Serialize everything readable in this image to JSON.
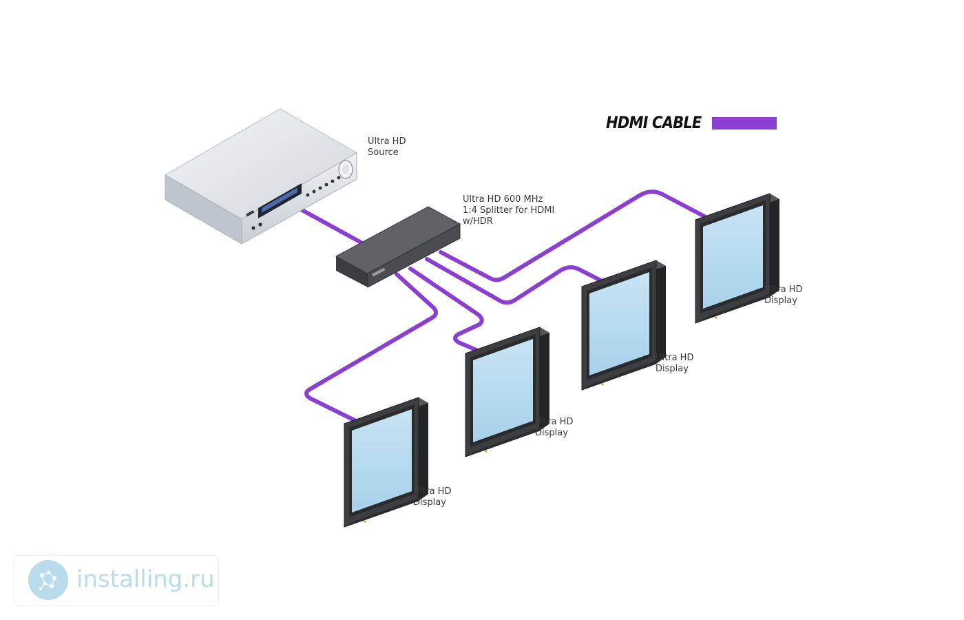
{
  "legend": {
    "label": "HDMI CABLE",
    "color": "#8a3fd1"
  },
  "source": {
    "line1": "Ultra HD",
    "line2": "Source"
  },
  "splitter": {
    "line1": "Ultra HD 600 MHz",
    "line2": "1:4 Splitter for HDMI",
    "line3": "w/HDR"
  },
  "displays": [
    {
      "line1": "Ultra HD",
      "line2": "Display"
    },
    {
      "line1": "Ultra HD",
      "line2": "Display"
    },
    {
      "line1": "Ultra HD",
      "line2": "Display"
    },
    {
      "line1": "Ultra HD",
      "line2": "Display"
    }
  ],
  "watermark": {
    "text": "installing.ru"
  },
  "colors": {
    "cable": "#8a3fd1",
    "screen": "#b9dcef",
    "bezel": "#3b3c3e",
    "splitter": "#505255",
    "source_body": "#e3e6ea"
  }
}
